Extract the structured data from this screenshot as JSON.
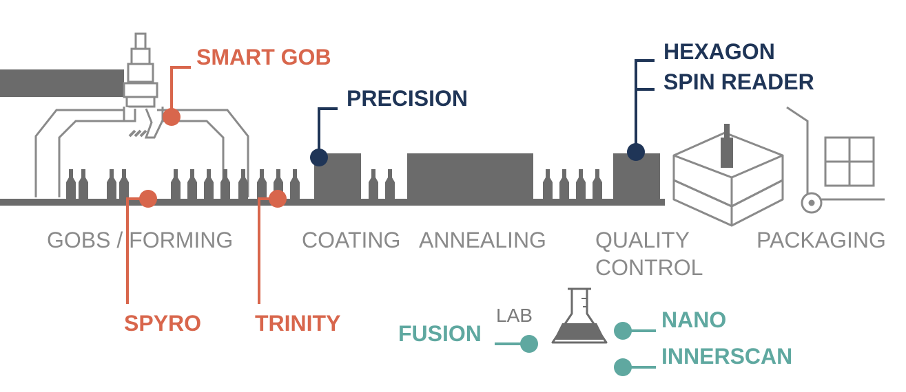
{
  "colors": {
    "machine": "#6b6b6b",
    "outline": "#8a8a8a",
    "stage_text": "#8a8a8a",
    "orange": "#d8664c",
    "navy": "#1f3557",
    "teal": "#5fa8a0"
  },
  "stages": {
    "gobs_forming": "GOBS / FORMING",
    "coating": "COATING",
    "annealing": "ANNEALING",
    "quality_control_line1": "QUALITY",
    "quality_control_line2": "CONTROL",
    "packaging": "PACKAGING"
  },
  "callouts": {
    "smart_gob": "SMART GOB",
    "precision": "PRECISION",
    "hexagon_line1": "HEXAGON",
    "hexagon_line2": "SPIN READER",
    "spyro": "SPYRO",
    "trinity": "TRINITY"
  },
  "lab": {
    "label": "LAB",
    "fusion": "FUSION",
    "nano": "NANO",
    "innerscan": "INNERSCAN"
  },
  "icons": {
    "flask": "flask-icon",
    "box": "open-box-icon",
    "trolley": "hand-trolley-icon",
    "gripper": "robot-gripper-icon"
  }
}
